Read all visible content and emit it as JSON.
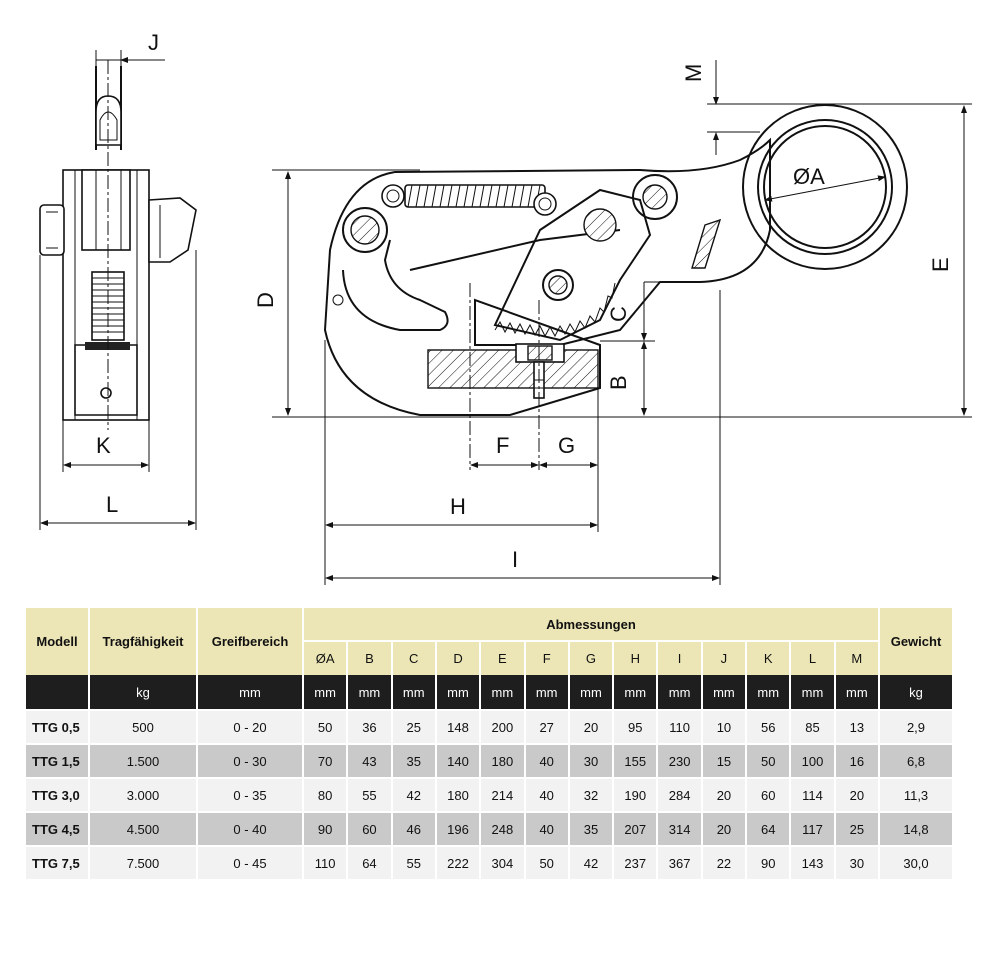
{
  "drawing": {
    "labels": {
      "J": "J",
      "M": "M",
      "A": "ØA",
      "D": "D",
      "E": "E",
      "C": "C",
      "B": "B",
      "F": "F",
      "G": "G",
      "H": "H",
      "I": "I",
      "K": "K",
      "L": "L"
    }
  },
  "table": {
    "headers": {
      "modell": "Modell",
      "tragfaehigkeit": "Tragfähigkeit",
      "greifbereich": "Greifbereich",
      "abmessungen": "Abmessungen",
      "gewicht": "Gewicht"
    },
    "dim_columns": [
      "ØA",
      "B",
      "C",
      "D",
      "E",
      "F",
      "G",
      "H",
      "I",
      "J",
      "K",
      "L",
      "M"
    ],
    "units": {
      "tragfaehigkeit": "kg",
      "greifbereich": "mm",
      "dims": [
        "mm",
        "mm",
        "mm",
        "mm",
        "mm",
        "mm",
        "mm",
        "mm",
        "mm",
        "mm",
        "mm",
        "mm",
        "mm"
      ],
      "gewicht": "kg"
    },
    "rows": [
      {
        "modell": "TTG 0,5",
        "kg": "500",
        "range": "0 - 20",
        "dims": [
          "50",
          "36",
          "25",
          "148",
          "200",
          "27",
          "20",
          "95",
          "110",
          "10",
          "56",
          "85",
          "13"
        ],
        "weight": "2,9"
      },
      {
        "modell": "TTG 1,5",
        "kg": "1.500",
        "range": "0 - 30",
        "dims": [
          "70",
          "43",
          "35",
          "140",
          "180",
          "40",
          "30",
          "155",
          "230",
          "15",
          "50",
          "100",
          "16"
        ],
        "weight": "6,8"
      },
      {
        "modell": "TTG 3,0",
        "kg": "3.000",
        "range": "0 - 35",
        "dims": [
          "80",
          "55",
          "42",
          "180",
          "214",
          "40",
          "32",
          "190",
          "284",
          "20",
          "60",
          "114",
          "20"
        ],
        "weight": "11,3"
      },
      {
        "modell": "TTG 4,5",
        "kg": "4.500",
        "range": "0 - 40",
        "dims": [
          "90",
          "60",
          "46",
          "196",
          "248",
          "40",
          "35",
          "207",
          "314",
          "20",
          "64",
          "117",
          "25"
        ],
        "weight": "14,8"
      },
      {
        "modell": "TTG 7,5",
        "kg": "7.500",
        "range": "0 - 45",
        "dims": [
          "110",
          "64",
          "55",
          "222",
          "304",
          "50",
          "42",
          "237",
          "367",
          "22",
          "90",
          "143",
          "30"
        ],
        "weight": "30,0"
      }
    ]
  }
}
